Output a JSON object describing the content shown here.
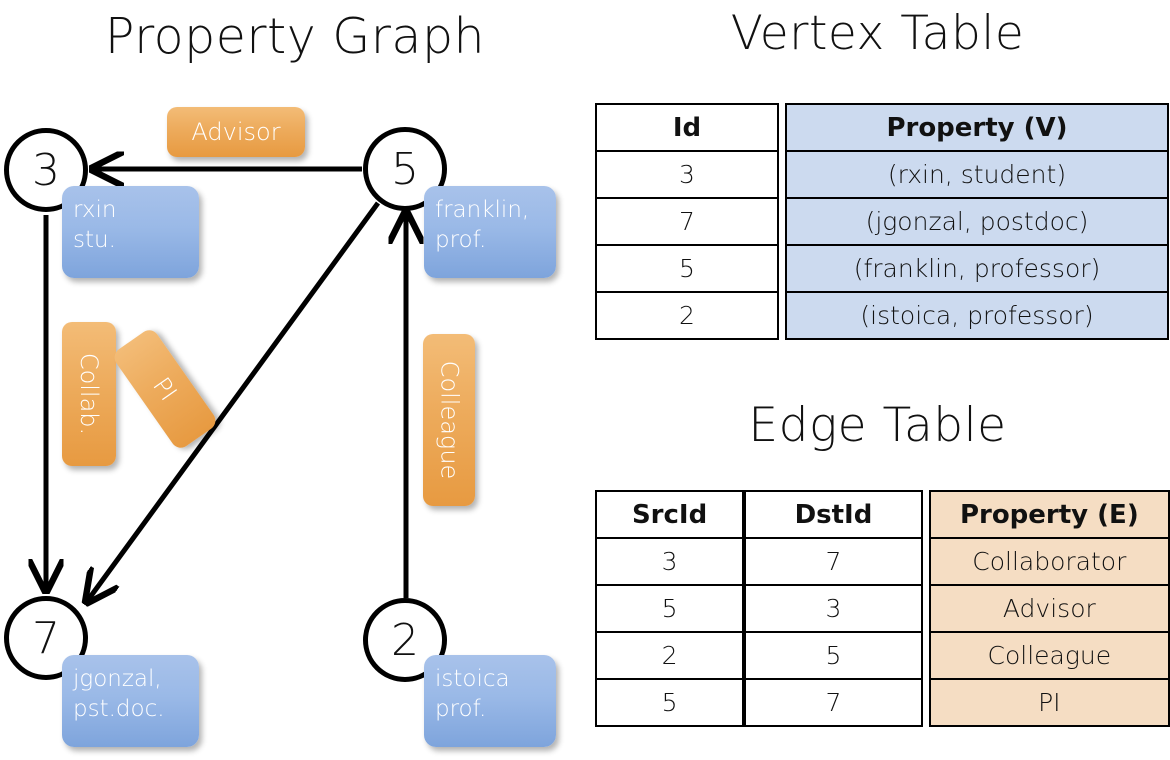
{
  "titles": {
    "property_graph": "Property Graph",
    "vertex_table": "Vertex Table",
    "edge_table": "Edge Table"
  },
  "colors": {
    "vertex_property_fill": "#ccdaef",
    "edge_property_fill": "#f5ddc3",
    "vertex_box_gradient_top": "#a8c2ea",
    "vertex_box_gradient_bottom": "#7ea4dc",
    "edge_label_gradient_top": "#f3bc77",
    "edge_label_gradient_bottom": "#e79a41",
    "stroke": "#000000",
    "background": "#ffffff"
  },
  "graph": {
    "nodes": [
      {
        "id": "3",
        "label": "3",
        "property_lines": [
          "rxin",
          "stu."
        ]
      },
      {
        "id": "5",
        "label": "5",
        "property_lines": [
          "franklin,",
          "prof."
        ]
      },
      {
        "id": "7",
        "label": "7",
        "property_lines": [
          "jgonzal,",
          "pst.doc."
        ]
      },
      {
        "id": "2",
        "label": "2",
        "property_lines": [
          "istoica",
          "prof."
        ]
      }
    ],
    "edge_labels": [
      {
        "name": "advisor",
        "text": "Advisor",
        "orientation": "horizontal"
      },
      {
        "name": "collab",
        "text": "Collab.",
        "orientation": "vertical"
      },
      {
        "name": "pi",
        "text": "PI",
        "orientation": "rotated"
      },
      {
        "name": "colleague",
        "text": "Colleague",
        "orientation": "vertical"
      }
    ],
    "edges": [
      {
        "name": "edge-5-3",
        "src": "5",
        "dst": "3",
        "label": "Advisor"
      },
      {
        "name": "edge-3-7",
        "src": "3",
        "dst": "7",
        "label": "Collab."
      },
      {
        "name": "edge-5-7",
        "src": "5",
        "dst": "7",
        "label": "PI"
      },
      {
        "name": "edge-2-5",
        "src": "2",
        "dst": "5",
        "label": "Colleague"
      }
    ]
  },
  "vertex_table": {
    "headers": {
      "id": "Id",
      "property": "Property (V)"
    },
    "rows": [
      {
        "id": "3",
        "property": "(rxin, student)"
      },
      {
        "id": "7",
        "property": "(jgonzal, postdoc)"
      },
      {
        "id": "5",
        "property": "(franklin, professor)"
      },
      {
        "id": "2",
        "property": "(istoica, professor)"
      }
    ]
  },
  "edge_table": {
    "headers": {
      "src": "SrcId",
      "dst": "DstId",
      "property": "Property (E)"
    },
    "rows": [
      {
        "src": "3",
        "dst": "7",
        "property": "Collaborator"
      },
      {
        "src": "5",
        "dst": "3",
        "property": "Advisor"
      },
      {
        "src": "2",
        "dst": "5",
        "property": "Colleague"
      },
      {
        "src": "5",
        "dst": "7",
        "property": "PI"
      }
    ]
  }
}
